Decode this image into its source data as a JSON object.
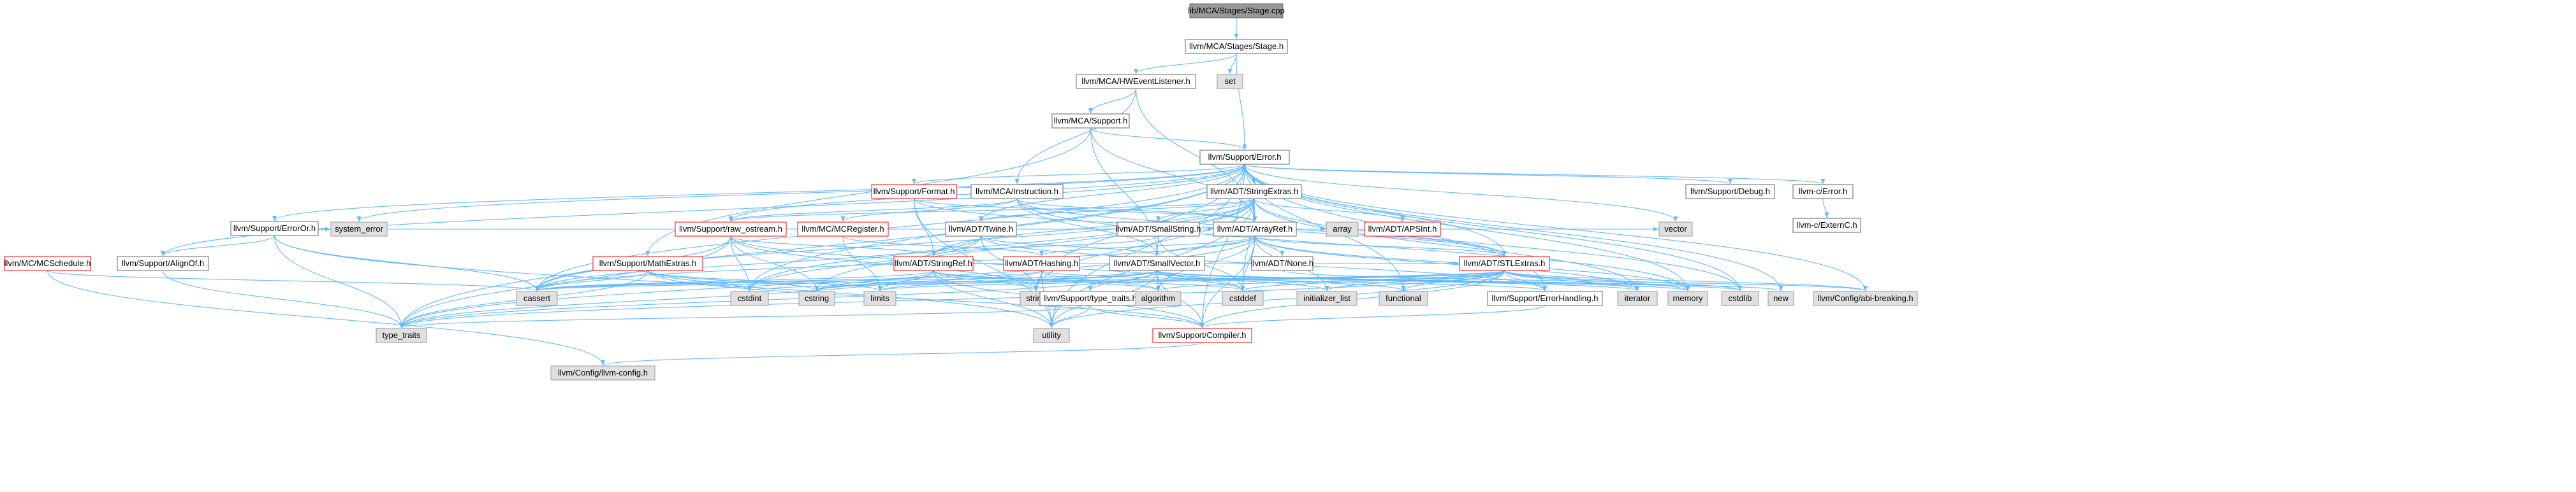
{
  "colors": {
    "root_fill": "#999999",
    "documented_fill": "#ffffff",
    "documented_stroke": "#666666",
    "incomplete_stroke": "#ff0000",
    "external_fill": "#e0e0e0",
    "external_stroke": "#999999",
    "edge": "#63b8ff"
  },
  "nodes": [
    {
      "id": "stage_cpp",
      "label": "lib/MCA/Stages/Stage.cpp",
      "kind": "root"
    },
    {
      "id": "stage_h",
      "label": "llvm/MCA/Stages/Stage.h",
      "kind": "doc"
    },
    {
      "id": "hwevent",
      "label": "llvm/MCA/HWEventListener.h",
      "kind": "doc"
    },
    {
      "id": "set",
      "label": "set",
      "kind": "ext"
    },
    {
      "id": "mca_support",
      "label": "llvm/MCA/Support.h",
      "kind": "doc"
    },
    {
      "id": "error_h",
      "label": "llvm/Support/Error.h",
      "kind": "doc"
    },
    {
      "id": "format_h",
      "label": "llvm/Support/Format.h",
      "kind": "red"
    },
    {
      "id": "instruction",
      "label": "llvm/MCA/Instruction.h",
      "kind": "doc"
    },
    {
      "id": "stringextras",
      "label": "llvm/ADT/StringExtras.h",
      "kind": "doc"
    },
    {
      "id": "debug",
      "label": "llvm/Support/Debug.h",
      "kind": "doc"
    },
    {
      "id": "c_error",
      "label": "llvm-c/Error.h",
      "kind": "doc"
    },
    {
      "id": "c_externc",
      "label": "llvm-c/ExternC.h",
      "kind": "doc"
    },
    {
      "id": "erroror",
      "label": "llvm/Support/ErrorOr.h",
      "kind": "doc"
    },
    {
      "id": "mcschedule",
      "label": "llvm/MC/MCSchedule.h",
      "kind": "red"
    },
    {
      "id": "raw_ostream",
      "label": "llvm/Support/raw_ostream.h",
      "kind": "red"
    },
    {
      "id": "mcregister",
      "label": "llvm/MC/MCRegister.h",
      "kind": "red"
    },
    {
      "id": "twine",
      "label": "llvm/ADT/Twine.h",
      "kind": "doc"
    },
    {
      "id": "smallstring",
      "label": "llvm/ADT/SmallString.h",
      "kind": "doc"
    },
    {
      "id": "arrayref",
      "label": "llvm/ADT/ArrayRef.h",
      "kind": "doc"
    },
    {
      "id": "apsint",
      "label": "llvm/ADT/APSInt.h",
      "kind": "red"
    },
    {
      "id": "alignof",
      "label": "llvm/Support/AlignOf.h",
      "kind": "doc"
    },
    {
      "id": "system_error",
      "label": "system_error",
      "kind": "ext"
    },
    {
      "id": "mathextras",
      "label": "llvm/Support/MathExtras.h",
      "kind": "red"
    },
    {
      "id": "stringref",
      "label": "llvm/ADT/StringRef.h",
      "kind": "red"
    },
    {
      "id": "hashing",
      "label": "llvm/ADT/Hashing.h",
      "kind": "red"
    },
    {
      "id": "smallvector",
      "label": "llvm/ADT/SmallVector.h",
      "kind": "doc"
    },
    {
      "id": "none",
      "label": "llvm/ADT/None.h",
      "kind": "doc"
    },
    {
      "id": "array",
      "label": "array",
      "kind": "ext"
    },
    {
      "id": "stlextras",
      "label": "llvm/ADT/STLExtras.h",
      "kind": "red"
    },
    {
      "id": "vector",
      "label": "vector",
      "kind": "ext"
    },
    {
      "id": "cassert",
      "label": "cassert",
      "kind": "ext"
    },
    {
      "id": "cstdint",
      "label": "cstdint",
      "kind": "ext"
    },
    {
      "id": "cstring",
      "label": "cstring",
      "kind": "ext"
    },
    {
      "id": "limits",
      "label": "limits",
      "kind": "ext"
    },
    {
      "id": "string",
      "label": "string",
      "kind": "ext"
    },
    {
      "id": "type_traits_h",
      "label": "llvm/Support/type_traits.h",
      "kind": "doc"
    },
    {
      "id": "algorithm",
      "label": "algorithm",
      "kind": "ext"
    },
    {
      "id": "cstddef",
      "label": "cstddef",
      "kind": "ext"
    },
    {
      "id": "init_list",
      "label": "initializer_list",
      "kind": "ext"
    },
    {
      "id": "functional",
      "label": "functional",
      "kind": "ext"
    },
    {
      "id": "errorhandling",
      "label": "llvm/Support/ErrorHandling.h",
      "kind": "doc"
    },
    {
      "id": "iterator",
      "label": "iterator",
      "kind": "ext"
    },
    {
      "id": "memory",
      "label": "memory",
      "kind": "ext"
    },
    {
      "id": "cstdlib",
      "label": "cstdlib",
      "kind": "ext"
    },
    {
      "id": "new",
      "label": "new",
      "kind": "ext"
    },
    {
      "id": "abi_breaking",
      "label": "llvm/Config/abi-breaking.h",
      "kind": "ext"
    },
    {
      "id": "type_traits",
      "label": "type_traits",
      "kind": "ext"
    },
    {
      "id": "utility",
      "label": "utility",
      "kind": "ext"
    },
    {
      "id": "compiler",
      "label": "llvm/Support/Compiler.h",
      "kind": "red"
    },
    {
      "id": "llvm_config",
      "label": "llvm/Config/llvm-config.h",
      "kind": "ext"
    }
  ],
  "edges": [
    [
      "stage_cpp",
      "stage_h"
    ],
    [
      "stage_h",
      "hwevent"
    ],
    [
      "stage_h",
      "set"
    ],
    [
      "stage_h",
      "error_h"
    ],
    [
      "hwevent",
      "mca_support"
    ],
    [
      "hwevent",
      "arrayref"
    ],
    [
      "hwevent",
      "instruction"
    ],
    [
      "mca_support",
      "error_h"
    ],
    [
      "mca_support",
      "arrayref"
    ],
    [
      "mca_support",
      "smallvector"
    ],
    [
      "mca_support",
      "mathextras"
    ],
    [
      "error_h",
      "c_error"
    ],
    [
      "error_h",
      "debug"
    ],
    [
      "error_h",
      "stringextras"
    ],
    [
      "error_h",
      "format_h"
    ],
    [
      "error_h",
      "erroror"
    ],
    [
      "error_h",
      "alignof"
    ],
    [
      "error_h",
      "twine"
    ],
    [
      "error_h",
      "raw_ostream"
    ],
    [
      "error_h",
      "system_error"
    ],
    [
      "error_h",
      "cassert"
    ],
    [
      "error_h",
      "cstdint"
    ],
    [
      "error_h",
      "cstdlib"
    ],
    [
      "error_h",
      "functional"
    ],
    [
      "error_h",
      "memory"
    ],
    [
      "error_h",
      "new"
    ],
    [
      "error_h",
      "string"
    ],
    [
      "error_h",
      "type_traits"
    ],
    [
      "error_h",
      "utility"
    ],
    [
      "error_h",
      "vector"
    ],
    [
      "error_h",
      "abi_breaking"
    ],
    [
      "error_h",
      "compiler"
    ],
    [
      "error_h",
      "errorhandling"
    ],
    [
      "error_h",
      "stlextras"
    ],
    [
      "c_error",
      "c_externc"
    ],
    [
      "stringextras",
      "apsint"
    ],
    [
      "stringextras",
      "arrayref"
    ],
    [
      "stringextras",
      "smallstring"
    ],
    [
      "stringextras",
      "stringref"
    ],
    [
      "stringextras",
      "twine"
    ],
    [
      "stringextras",
      "cassert"
    ],
    [
      "stringextras",
      "cstddef"
    ],
    [
      "stringextras",
      "cstdint"
    ],
    [
      "stringextras",
      "cstdlib"
    ],
    [
      "stringextras",
      "cstring"
    ],
    [
      "stringextras",
      "iterator"
    ],
    [
      "stringextras",
      "string"
    ],
    [
      "stringextras",
      "utility"
    ],
    [
      "stringextras",
      "raw_ostream"
    ],
    [
      "format_h",
      "arrayref"
    ],
    [
      "format_h",
      "stringref"
    ],
    [
      "format_h",
      "stlextras"
    ],
    [
      "format_h",
      "cstdio"
    ],
    [
      "format_h",
      "tuple"
    ],
    [
      "format_h",
      "utility"
    ],
    [
      "instruction",
      "mcregister"
    ],
    [
      "instruction",
      "smallvector"
    ],
    [
      "instruction",
      "stlextras"
    ],
    [
      "instruction",
      "raw_ostream"
    ],
    [
      "instruction",
      "arrayref"
    ],
    [
      "instruction",
      "memory"
    ],
    [
      "erroror",
      "alignof"
    ],
    [
      "erroror",
      "cassert"
    ],
    [
      "erroror",
      "system_error"
    ],
    [
      "erroror",
      "type_traits"
    ],
    [
      "erroror",
      "utility"
    ],
    [
      "mcschedule",
      "cassert"
    ],
    [
      "mcschedule",
      "llvm_config"
    ],
    [
      "raw_ostream",
      "arrayref"
    ],
    [
      "raw_ostream",
      "stringref"
    ],
    [
      "raw_ostream",
      "cassert"
    ],
    [
      "raw_ostream",
      "cstddef"
    ],
    [
      "raw_ostream",
      "cstdint"
    ],
    [
      "raw_ostream",
      "cstring"
    ],
    [
      "raw_ostream",
      "string"
    ],
    [
      "raw_ostream",
      "system_error"
    ],
    [
      "raw_ostream",
      "type_traits"
    ],
    [
      "mcregister",
      "hashing"
    ],
    [
      "mcregister",
      "limits"
    ],
    [
      "twine",
      "smallvector"
    ],
    [
      "twine",
      "stringref"
    ],
    [
      "twine",
      "errorhandling"
    ],
    [
      "twine",
      "cassert"
    ],
    [
      "twine",
      "cstdint"
    ],
    [
      "twine",
      "string"
    ],
    [
      "smallstring",
      "smallvector"
    ],
    [
      "smallstring",
      "stringref"
    ],
    [
      "smallstring",
      "cstddef"
    ],
    [
      "arrayref",
      "hashing"
    ],
    [
      "arrayref",
      "none"
    ],
    [
      "arrayref",
      "smallvector"
    ],
    [
      "arrayref",
      "stlextras"
    ],
    [
      "arrayref",
      "compiler"
    ],
    [
      "arrayref",
      "algorithm"
    ],
    [
      "arrayref",
      "array"
    ],
    [
      "arrayref",
      "cassert"
    ],
    [
      "arrayref",
      "cstddef"
    ],
    [
      "arrayref",
      "init_list"
    ],
    [
      "arrayref",
      "iterator"
    ],
    [
      "arrayref",
      "memory"
    ],
    [
      "arrayref",
      "type_traits"
    ],
    [
      "arrayref",
      "vector"
    ],
    [
      "alignof",
      "type_traits"
    ],
    [
      "mathextras",
      "compiler"
    ],
    [
      "mathextras",
      "cassert"
    ],
    [
      "mathextras",
      "climits"
    ],
    [
      "mathextras",
      "cstdint"
    ],
    [
      "mathextras",
      "cstring"
    ],
    [
      "mathextras",
      "limits"
    ],
    [
      "mathextras",
      "type_traits"
    ],
    [
      "stringref",
      "stlextras"
    ],
    [
      "stringref",
      "compiler"
    ],
    [
      "stringref",
      "algorithm"
    ],
    [
      "stringref",
      "cassert"
    ],
    [
      "stringref",
      "cstddef"
    ],
    [
      "stringref",
      "cstring"
    ],
    [
      "stringref",
      "limits"
    ],
    [
      "stringref",
      "string"
    ],
    [
      "stringref",
      "type_traits"
    ],
    [
      "stringref",
      "utility"
    ],
    [
      "hashing",
      "errorhandling"
    ],
    [
      "hashing",
      "algorithm"
    ],
    [
      "hashing",
      "cassert"
    ],
    [
      "hashing",
      "cstring"
    ],
    [
      "hashing",
      "string"
    ],
    [
      "hashing",
      "tuple"
    ],
    [
      "hashing",
      "utility"
    ],
    [
      "smallvector",
      "compiler"
    ],
    [
      "smallvector",
      "type_traits_h"
    ],
    [
      "smallvector",
      "algorithm"
    ],
    [
      "smallvector",
      "cassert"
    ],
    [
      "smallvector",
      "cstddef"
    ],
    [
      "smallvector",
      "cstdlib"
    ],
    [
      "smallvector",
      "cstring"
    ],
    [
      "smallvector",
      "functional"
    ],
    [
      "smallvector",
      "init_list"
    ],
    [
      "smallvector",
      "iterator"
    ],
    [
      "smallvector",
      "limits"
    ],
    [
      "smallvector",
      "memory"
    ],
    [
      "smallvector",
      "new"
    ],
    [
      "smallvector",
      "type_traits"
    ],
    [
      "smallvector",
      "utility"
    ],
    [
      "none",
      "abi_breaking"
    ],
    [
      "stlextras",
      "abi_breaking"
    ],
    [
      "stlextras",
      "errorhandling"
    ],
    [
      "stlextras",
      "algorithm"
    ],
    [
      "stlextras",
      "cassert"
    ],
    [
      "stlextras",
      "cstddef"
    ],
    [
      "stlextras",
      "cstdint"
    ],
    [
      "stlextras",
      "cstdlib"
    ],
    [
      "stlextras",
      "functional"
    ],
    [
      "stlextras",
      "init_list"
    ],
    [
      "stlextras",
      "iterator"
    ],
    [
      "stlextras",
      "limits"
    ],
    [
      "stlextras",
      "memory"
    ],
    [
      "stlextras",
      "type_traits"
    ],
    [
      "stlextras",
      "utility"
    ],
    [
      "stlextras",
      "compiler"
    ],
    [
      "type_traits_h",
      "compiler"
    ],
    [
      "type_traits_h",
      "type_traits"
    ],
    [
      "type_traits_h",
      "utility"
    ],
    [
      "errorhandling",
      "compiler"
    ],
    [
      "compiler",
      "llvm_config"
    ]
  ]
}
